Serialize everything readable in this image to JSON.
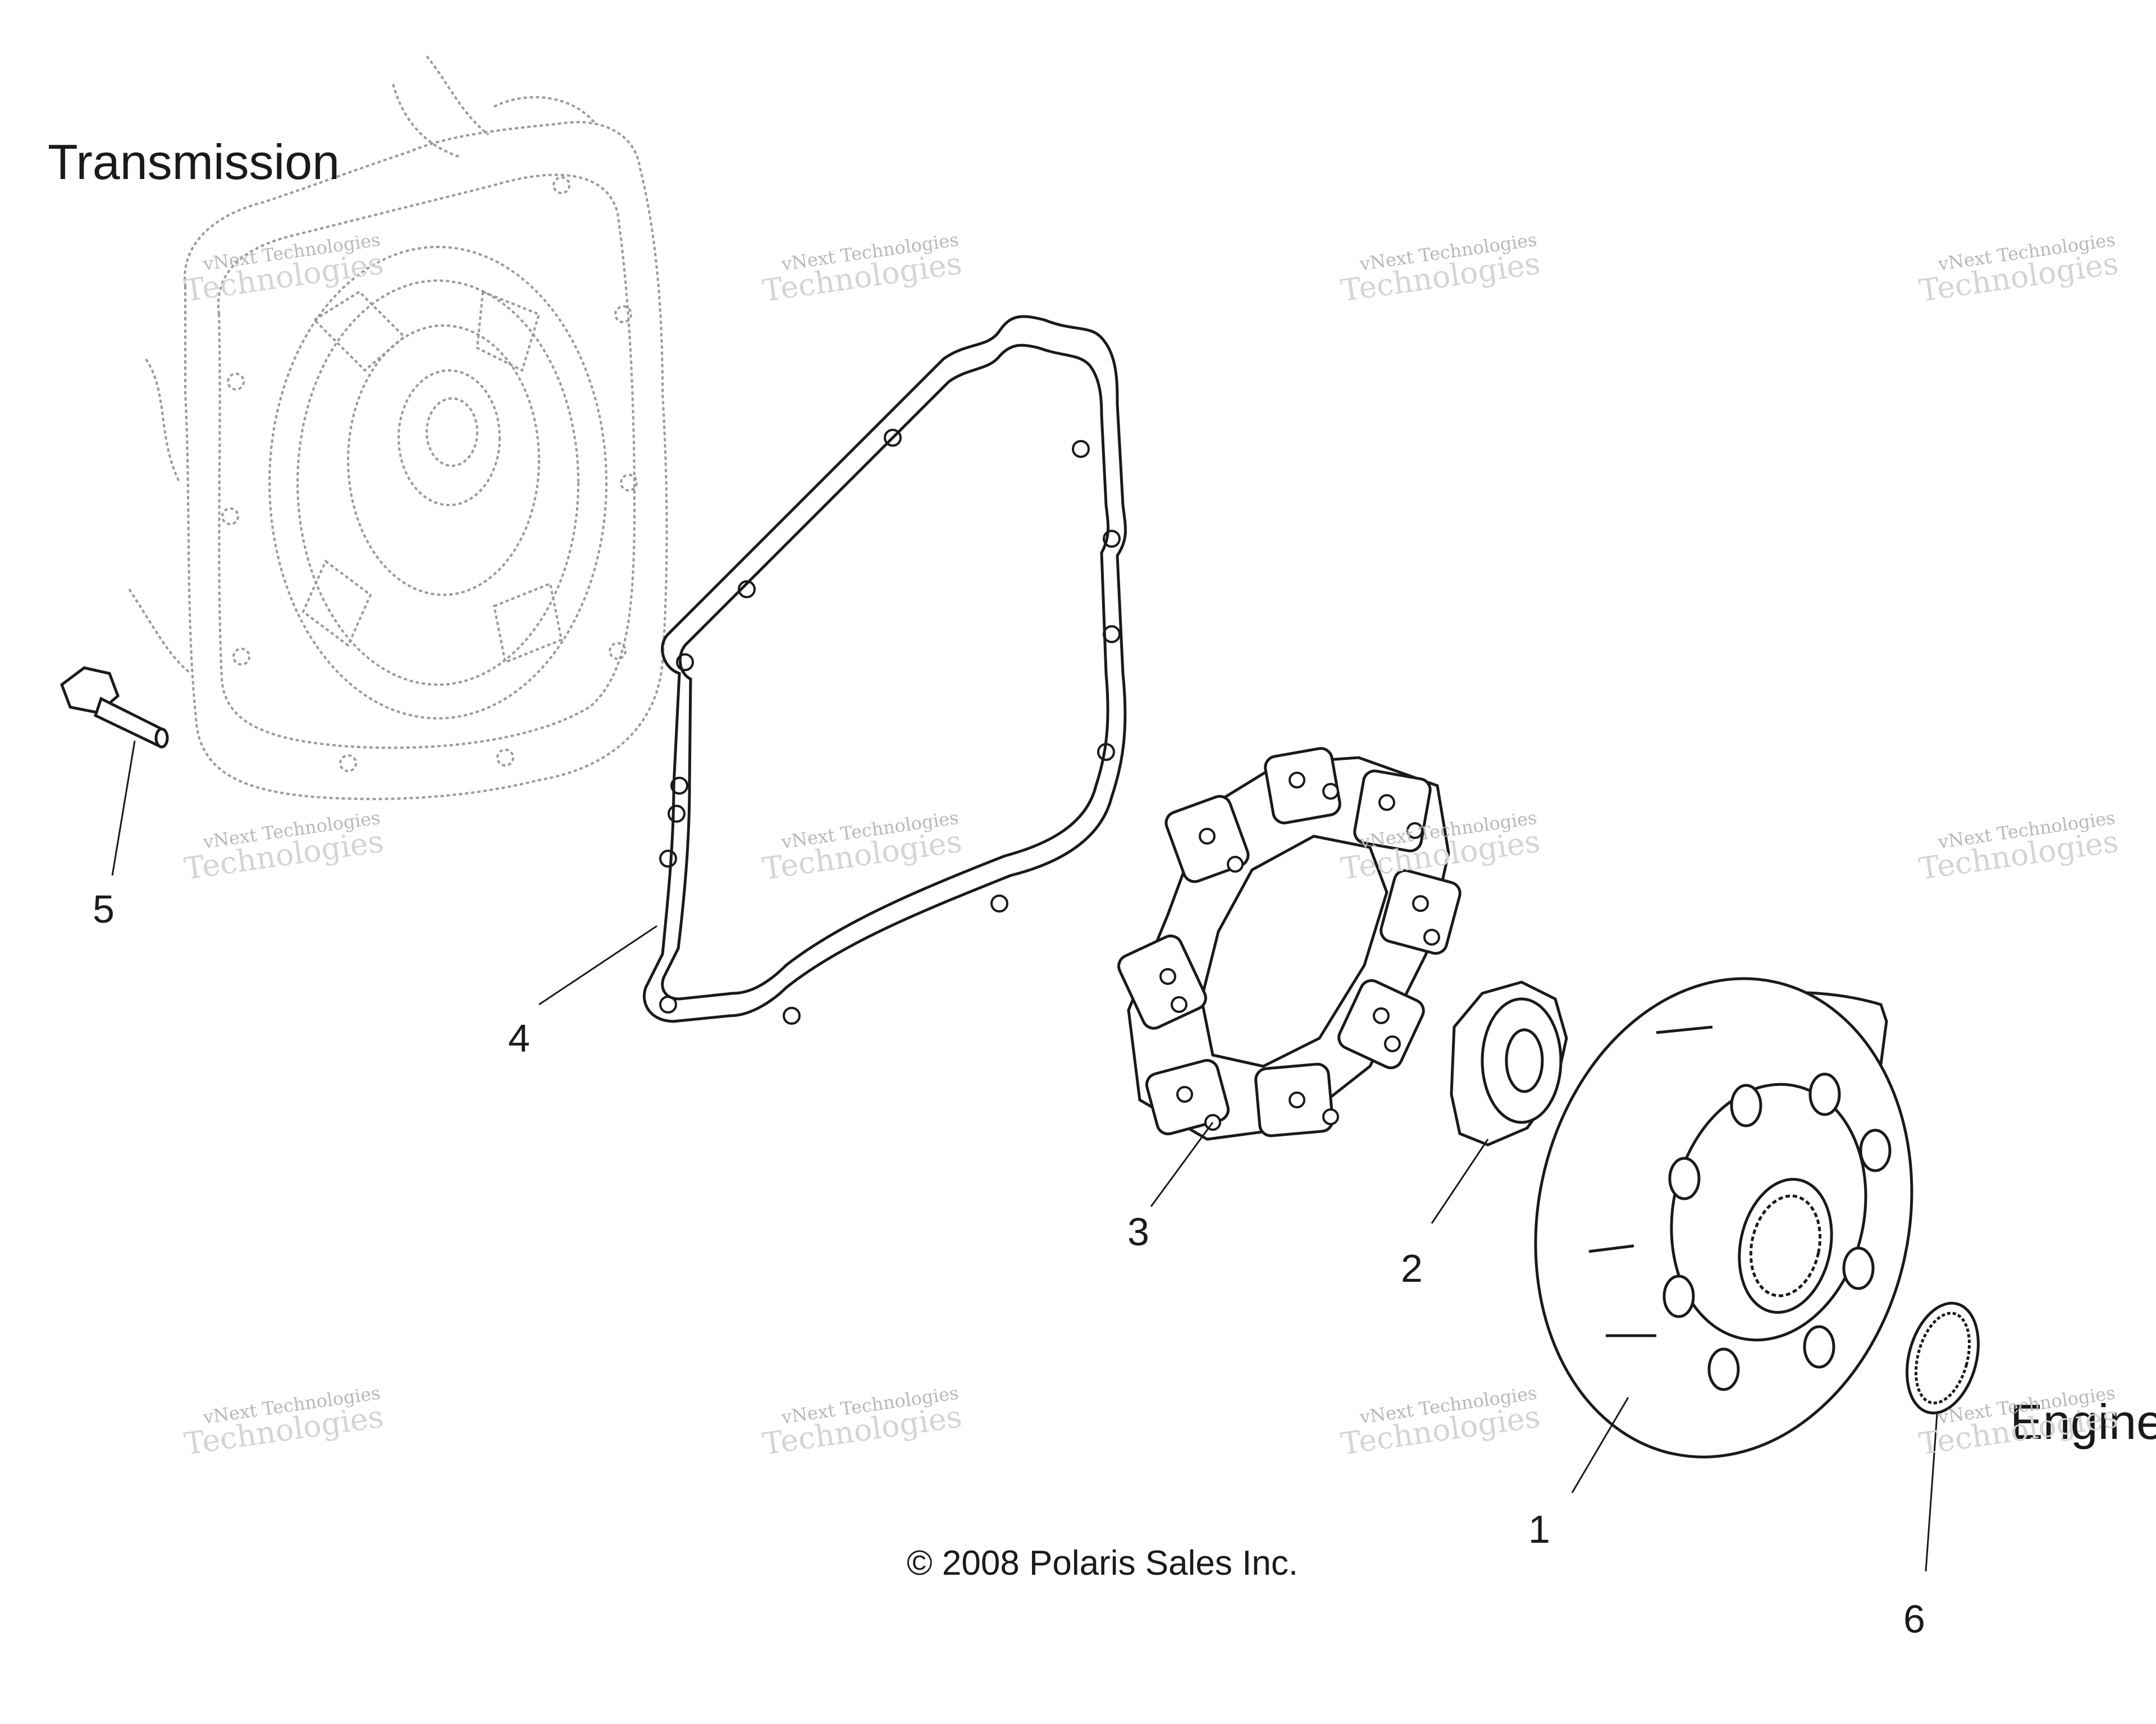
{
  "labels": {
    "transmission": "Transmission",
    "engine": "Engine",
    "copyright": "© 2008 Polaris Sales Inc."
  },
  "callouts": [
    "1",
    "2",
    "3",
    "4",
    "5",
    "6"
  ],
  "watermark": {
    "brand": "vNext Technologies",
    "word": "Technologies"
  },
  "colors": {
    "ink": "#1a1a1a",
    "ghost": "#9a9a9a",
    "watermark": "#c4c4c4"
  }
}
